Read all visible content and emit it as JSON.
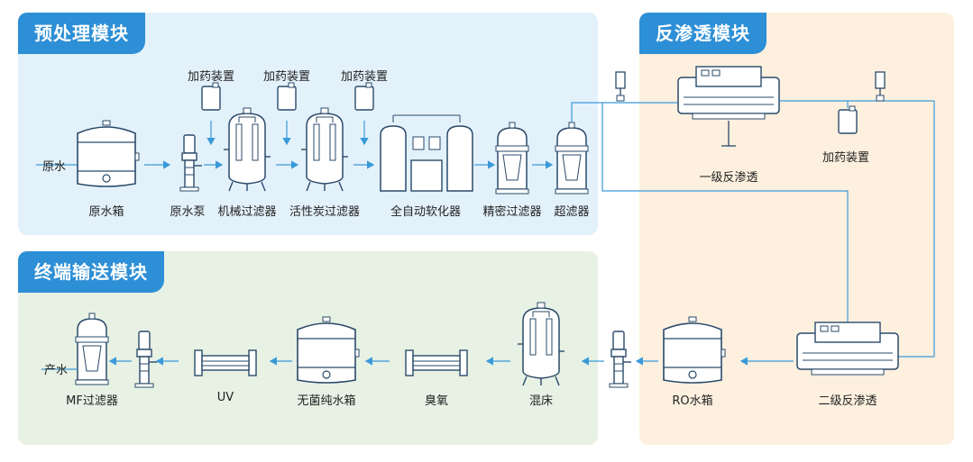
{
  "modules": {
    "pretreatment": "预处理模块",
    "reverse_osmosis": "反渗透模块",
    "terminal": "终端输送模块"
  },
  "labels": {
    "raw_water_in": "原水",
    "raw_tank": "原水箱",
    "raw_pump": "原水泵",
    "mech_filter": "机械过滤器",
    "carbon_filter": "活性炭过滤器",
    "softener": "全自动软化器",
    "precision_filter": "精密过滤器",
    "ultrafilter": "超滤器",
    "dosing_1": "加药装置",
    "dosing_2": "加药装置",
    "dosing_3": "加药装置",
    "dosing_ro": "加药装置",
    "ro_stage1": "一级反渗透",
    "ro_stage2": "二级反渗透",
    "ro_tank": "RO水箱",
    "mixed_bed": "混床",
    "ozone": "臭氧",
    "sterile_tank": "无菌纯水箱",
    "uv": "UV",
    "mf_filter": "MF过滤器",
    "product_water": "产水"
  },
  "colors": {
    "accent": "#2d8fd6",
    "line": "#3a9ad9",
    "equipment": "#2a4a6a"
  }
}
